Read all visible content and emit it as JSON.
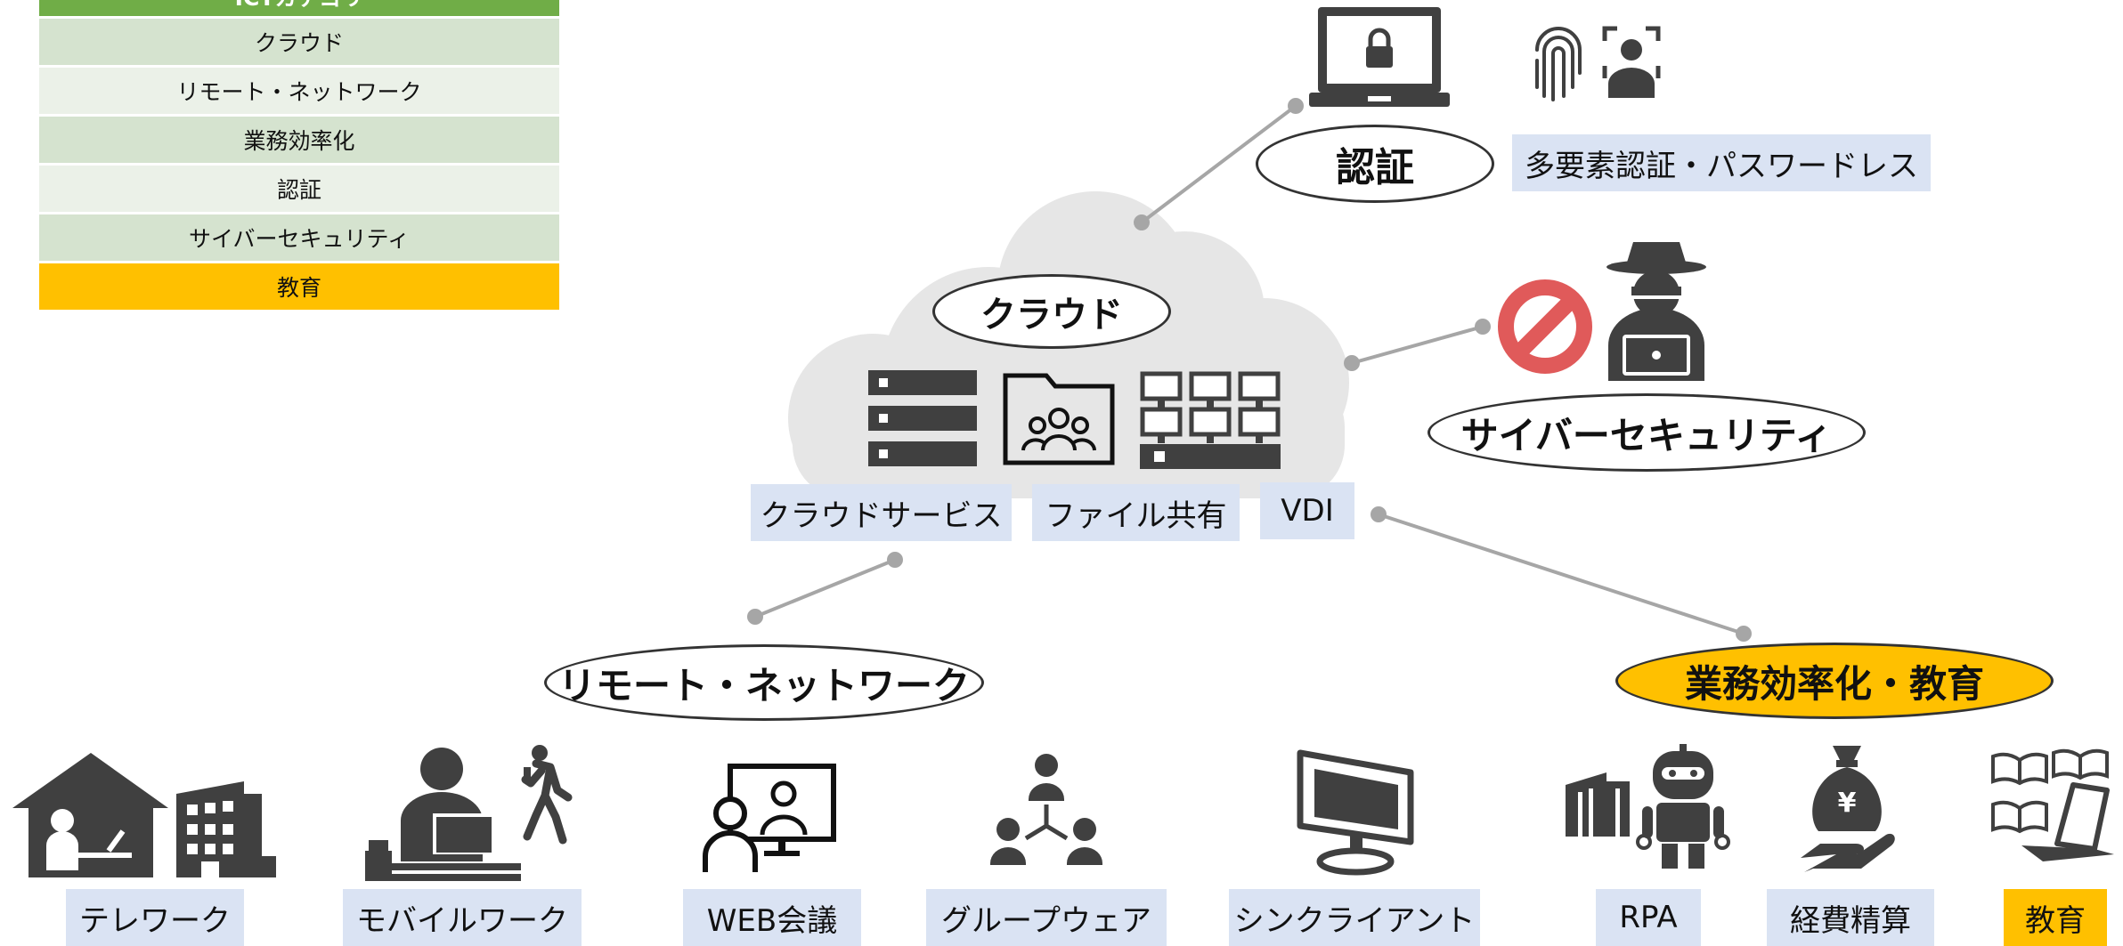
{
  "legend": {
    "header": "ICTカテゴリ",
    "items": [
      "クラウド",
      "リモート・ネットワーク",
      "業務効率化",
      "認証",
      "サイバーセキュリティ",
      "教育"
    ]
  },
  "categories": {
    "cloud": "クラウド",
    "auth": "認証",
    "security": "サイバーセキュリティ",
    "remote": "リモート・ネットワーク",
    "efficiency": "業務効率化・教育"
  },
  "labels": {
    "cloud_service": "クラウドサービス",
    "file_share": "ファイル共有",
    "vdi": "VDI",
    "mfa": "多要素認証・パスワードレス",
    "telework": "テレワーク",
    "mobile_work": "モバイルワーク",
    "web_meeting": "WEB会議",
    "groupware": "グループウェア",
    "thin_client": "シンクライアント",
    "rpa": "RPA",
    "expense": "経費精算",
    "education": "教育"
  },
  "colors": {
    "legend_header": "#70AD47",
    "legend_green": "#D5E3CF",
    "legend_light": "#EBF1E8",
    "accent_yellow": "#FFC000",
    "tag_blue": "#DAE3F3",
    "cloud_gray": "#E6E6E6",
    "icon_gray": "#404040",
    "connector": "#A6A6A6",
    "prohibit_red": "#E05A5A"
  },
  "icons": [
    "server-stack-icon",
    "shared-folder-icon",
    "vdi-monitors-icon",
    "laptop-lock-icon",
    "fingerprint-icon",
    "face-scan-icon",
    "prohibited-icon",
    "hacker-icon",
    "home-work-icon",
    "office-building-icon",
    "mobile-worker-icon",
    "walking-phone-icon",
    "web-meeting-icon",
    "group-network-icon",
    "thin-client-icon",
    "warehouse-icon",
    "robot-icon",
    "money-bag-hand-icon",
    "books-laptop-icon"
  ]
}
